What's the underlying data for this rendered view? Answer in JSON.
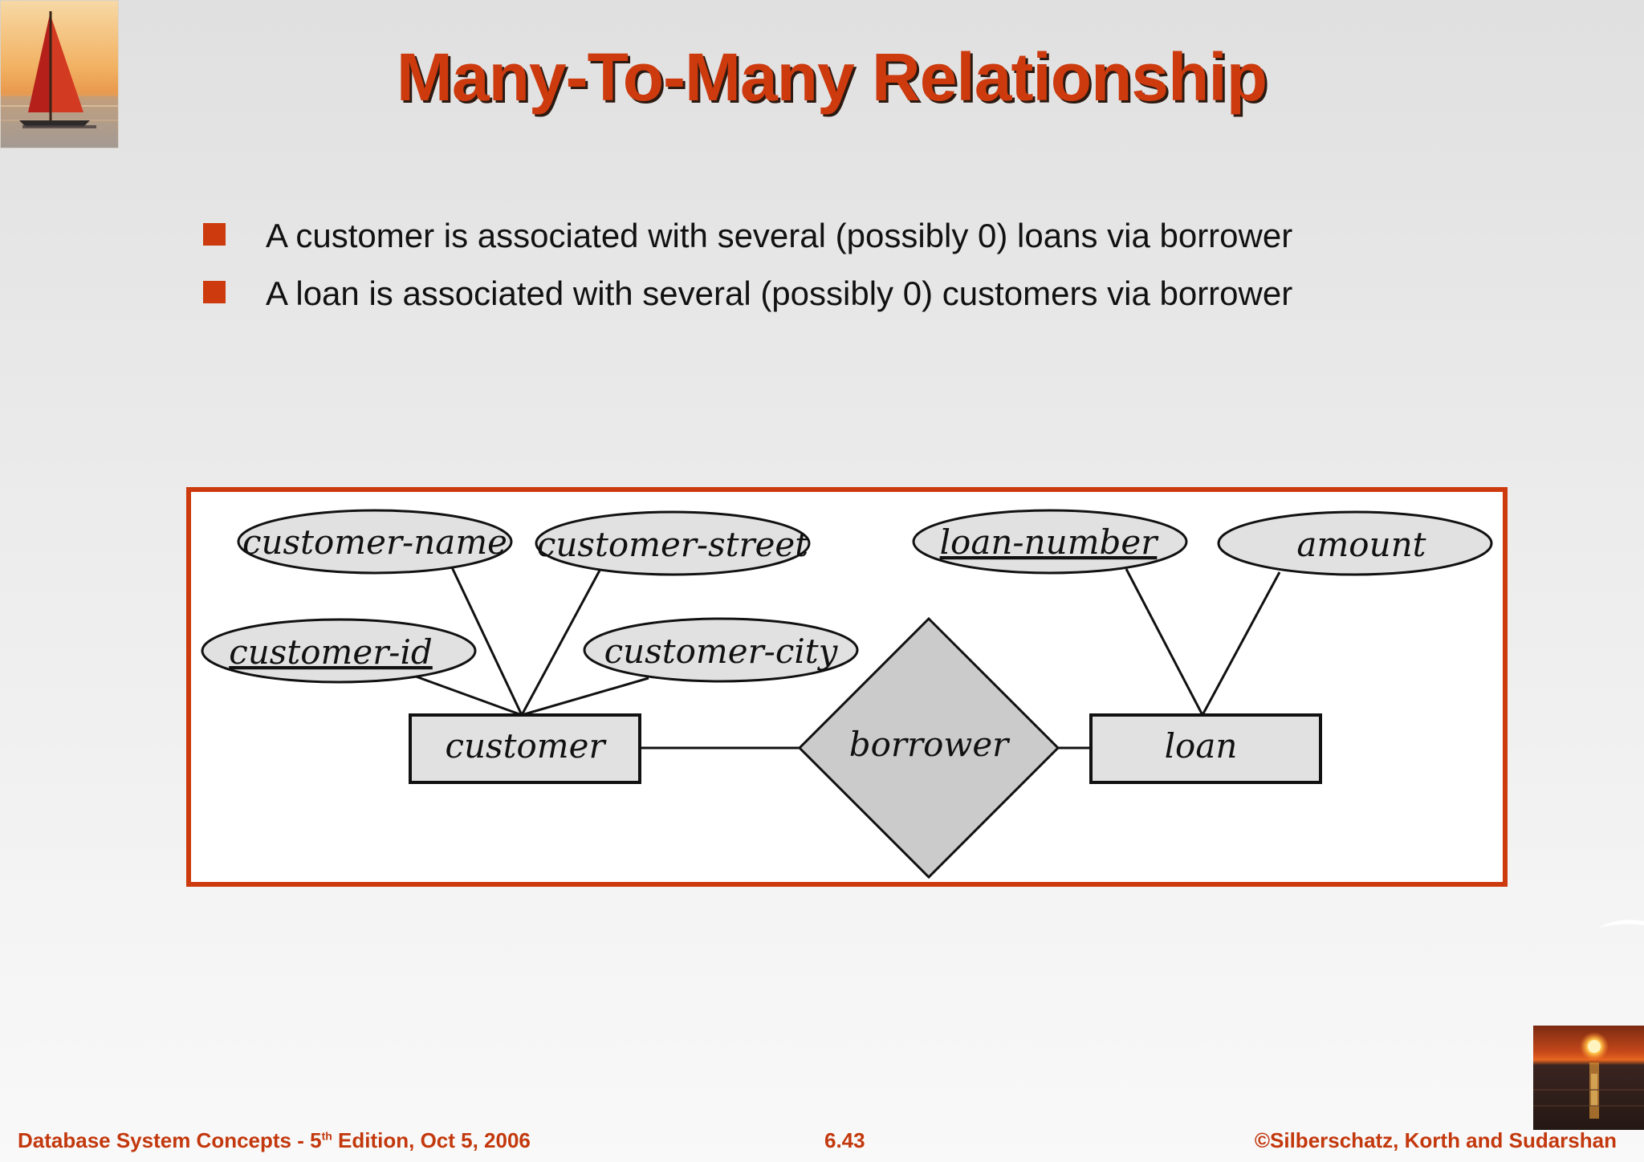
{
  "title": "Many-To-Many Relationship",
  "bullets": [
    "A customer is associated with several (possibly 0) loans via borrower",
    "A loan is associated with several (possibly 0) customers via borrower"
  ],
  "diagram": {
    "entities": [
      "customer",
      "loan"
    ],
    "relationship": "borrower",
    "attributes": {
      "customer_name": "customer-name",
      "customer_street": "customer-street",
      "customer_id": "customer-id",
      "customer_city": "customer-city",
      "loan_number": "loan-number",
      "amount": "amount"
    },
    "key_attributes": [
      "customer-id",
      "loan-number"
    ]
  },
  "footer": {
    "left_prefix": "Database System Concepts - 5",
    "left_sup": "th",
    "left_suffix": " Edition, Oct 5, 2006",
    "center": "6.43",
    "right": "©Silberschatz, Korth and Sudarshan"
  },
  "colors": {
    "accent": "#cc3a0e",
    "frame": "#cc3a0e",
    "shape_fill": "#e1e1e1",
    "diamond_fill": "#cbcbcb"
  },
  "icons": {
    "top_left": "sailboat-sunset-image",
    "bottom_right": "sea-sunset-image"
  }
}
